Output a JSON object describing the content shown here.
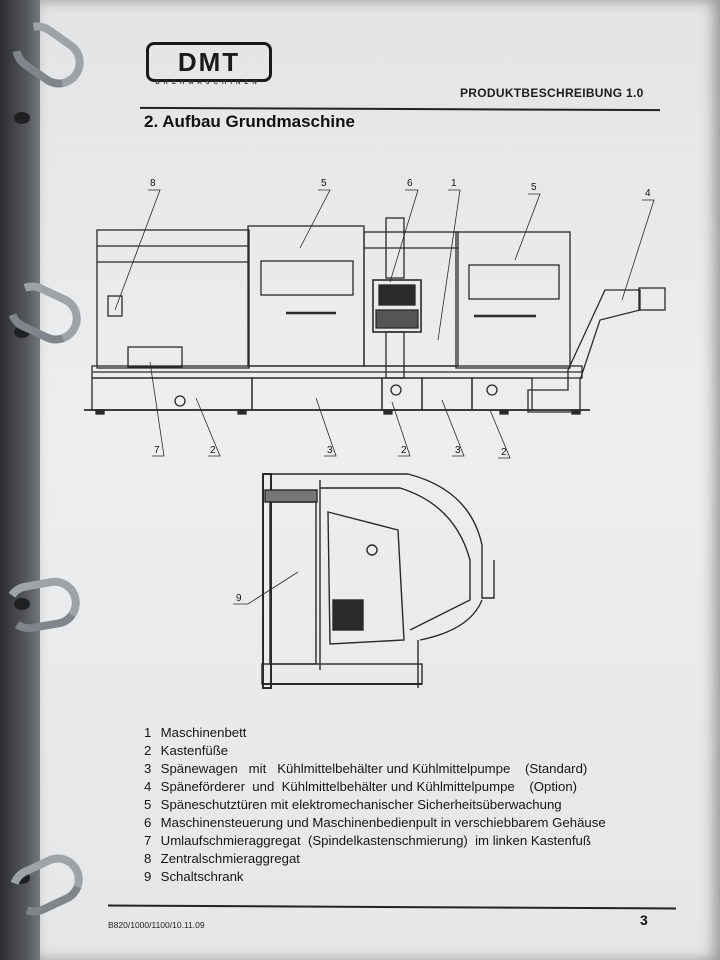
{
  "header": {
    "logo_main": "DMT",
    "logo_sub": "DREHMASCHINEN",
    "doc_title": "PRODUKTBESCHREIBUNG 1.0"
  },
  "section_title": "2. Aufbau Grundmaschine",
  "callouts": {
    "front": [
      "8",
      "5",
      "6",
      "1",
      "5",
      "4",
      "7",
      "2",
      "3",
      "2",
      "3",
      "2"
    ],
    "side": [
      "9"
    ]
  },
  "legend": [
    {
      "num": "1",
      "text": "Maschinenbett"
    },
    {
      "num": "2",
      "text": "Kastenfüße"
    },
    {
      "num": "3",
      "text": "Spänewagen   mit   Kühlmittelbehälter und Kühlmittelpumpe    (Standard)"
    },
    {
      "num": "4",
      "text": "Späneförderer  und  Kühlmittelbehälter und Kühlmittelpumpe    (Option)"
    },
    {
      "num": "5",
      "text": "Späneschutztüren mit elektromechanischer Sicherheitsüberwachung"
    },
    {
      "num": "6",
      "text": "Maschinensteuerung und Maschinenbedienpult in verschiebbarem Gehäuse"
    },
    {
      "num": "7",
      "text": "Umlaufschmieraggregat  (Spindelkastenschmierung)  im linken Kastenfuß"
    },
    {
      "num": "8",
      "text": "Zentralschmieraggregat"
    },
    {
      "num": "9",
      "text": "Schaltschrank"
    }
  ],
  "footer": {
    "code": "B820/1000/1100/10.11.09",
    "page": "3"
  }
}
